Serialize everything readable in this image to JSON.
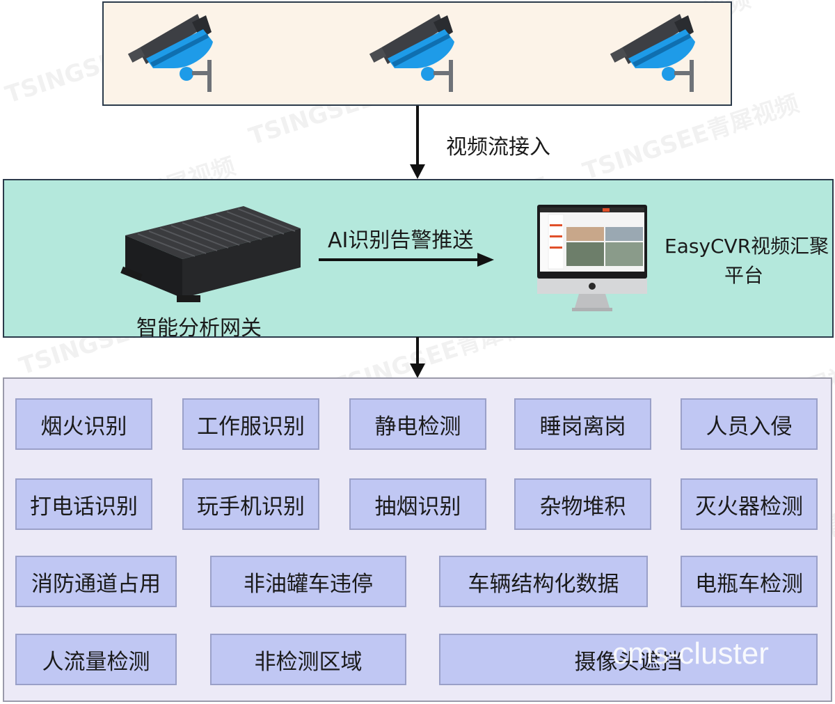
{
  "edges": {
    "camera_to_gateway": "视频流接入",
    "gateway_to_platform": "AI识别告警推送"
  },
  "gateway": {
    "label": "智能分析网关"
  },
  "platform": {
    "label_line1": "EasyCVR视频汇聚",
    "label_line2": "平台"
  },
  "functions": [
    "烟火识别",
    "工作服识别",
    "静电检测",
    "睡岗离岗",
    "人员入侵",
    "打电话识别",
    "玩手机识别",
    "抽烟识别",
    "杂物堆积",
    "灭火器检测",
    "消防通道占用",
    "非油罐车违停",
    "车辆结构化数据",
    "电瓶车检测",
    "人流量检测",
    "非检测区域",
    "摄像头遮挡"
  ],
  "watermark": "TSINGSEE青犀视频",
  "overlay_text": "cms-cluster",
  "colors": {
    "camera_top": "#fcf3e8",
    "gateway_band": "#b4e8dc",
    "function_area": "#eceaf7",
    "tile": "#c0c7f3",
    "camera_accent": "#1e9be8"
  }
}
